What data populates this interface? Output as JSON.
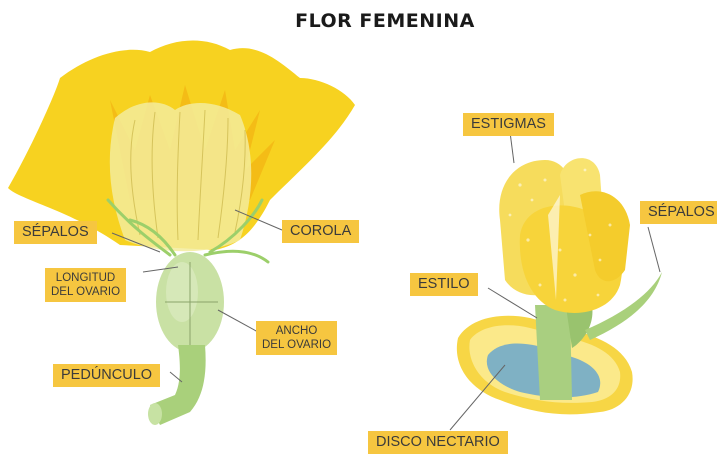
{
  "title": "FLOR FEMENINA",
  "labels": {
    "sepalos_left": "SÉPALOS",
    "corola": "COROLA",
    "longitud_line1": "LONGITUD",
    "longitud_line2": "DEL OVARIO",
    "ancho_line1": "ANCHO",
    "ancho_line2": "DEL OVARIO",
    "pedunculo": "PEDÚNCULO",
    "estigmas": "ESTIGMAS",
    "sepalos_right": "SÉPALOS",
    "estilo": "ESTILO",
    "disco_nectario": "DISCO NECTARIO"
  },
  "colors": {
    "petal_yellow": "#f7d220",
    "petal_light": "#fae675",
    "green": "#b3d885",
    "label_bg": "#f6c640",
    "nectar_blue": "#7fb1c4"
  }
}
